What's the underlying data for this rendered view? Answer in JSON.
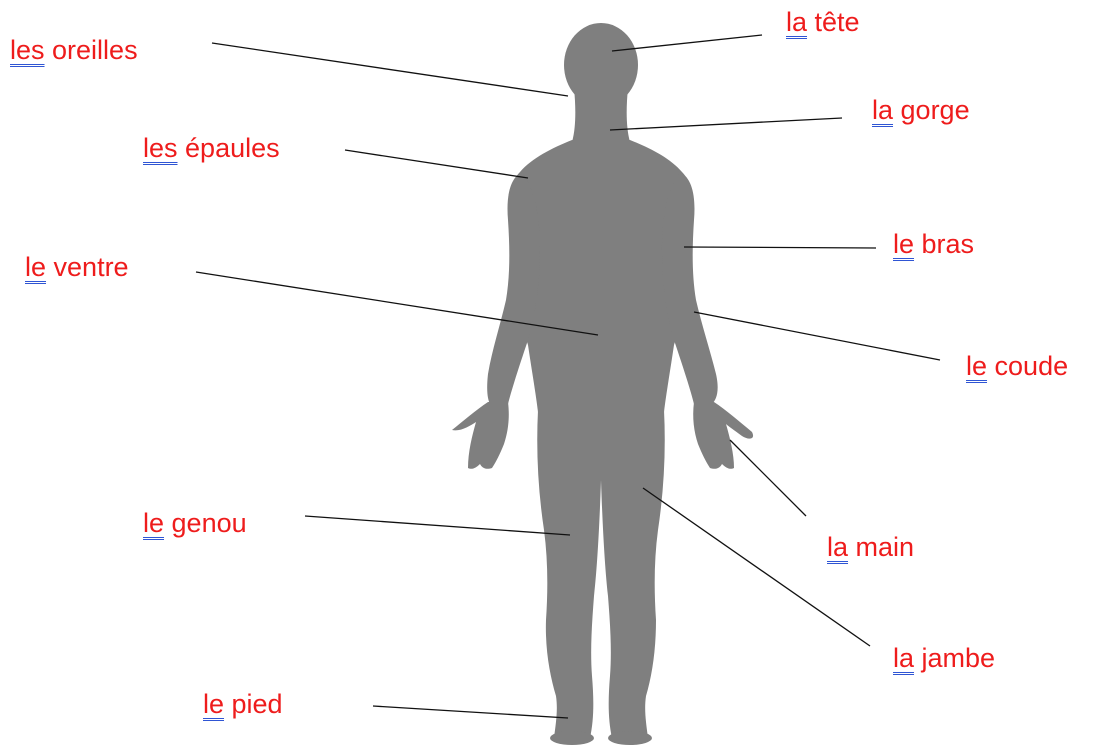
{
  "colors": {
    "label_text": "#ee1c1c",
    "article_underline": "#2f55d4",
    "silhouette": "#7f7f7f",
    "leader_line": "#111111"
  },
  "labels": [
    {
      "id": "oreilles",
      "article": "les",
      "word": "oreilles"
    },
    {
      "id": "epaules",
      "article": "les",
      "word": "épaules"
    },
    {
      "id": "ventre",
      "article": "le",
      "word": "ventre"
    },
    {
      "id": "genou",
      "article": "le",
      "word": "genou"
    },
    {
      "id": "pied",
      "article": "le",
      "word": "pied"
    },
    {
      "id": "tete",
      "article": "la",
      "word": "tête"
    },
    {
      "id": "gorge",
      "article": "la",
      "word": "gorge"
    },
    {
      "id": "bras",
      "article": "le",
      "word": "bras"
    },
    {
      "id": "coude",
      "article": "le",
      "word": "coude"
    },
    {
      "id": "main",
      "article": "la",
      "word": "main"
    },
    {
      "id": "jambe",
      "article": "la",
      "word": "jambe"
    }
  ]
}
